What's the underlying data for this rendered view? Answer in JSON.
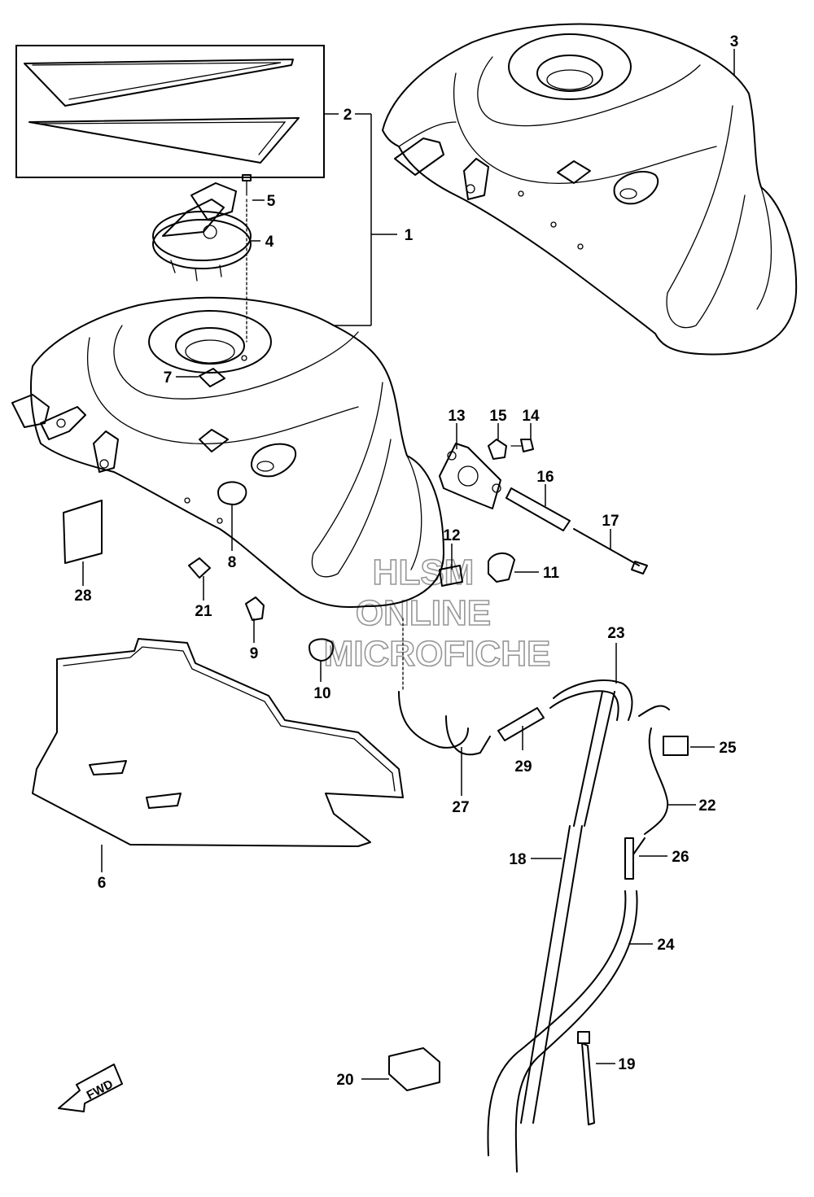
{
  "watermark": {
    "line1": "HLSM",
    "line2": "ONLINE",
    "line3": "MICROFICHE"
  },
  "fwd_label": "FWD",
  "callouts": {
    "c1": "1",
    "c2": "2",
    "c3": "3",
    "c4": "4",
    "c5": "5",
    "c6": "6",
    "c7": "7",
    "c8": "8",
    "c9": "9",
    "c10": "10",
    "c11": "11",
    "c12": "12",
    "c13": "13",
    "c14": "14",
    "c15": "15",
    "c16": "16",
    "c17": "17",
    "c18": "18",
    "c19": "19",
    "c20": "20",
    "c21": "21",
    "c22": "22",
    "c23": "23",
    "c24": "24",
    "c25": "25",
    "c26": "26",
    "c27": "27",
    "c28": "28",
    "c29": "29"
  }
}
